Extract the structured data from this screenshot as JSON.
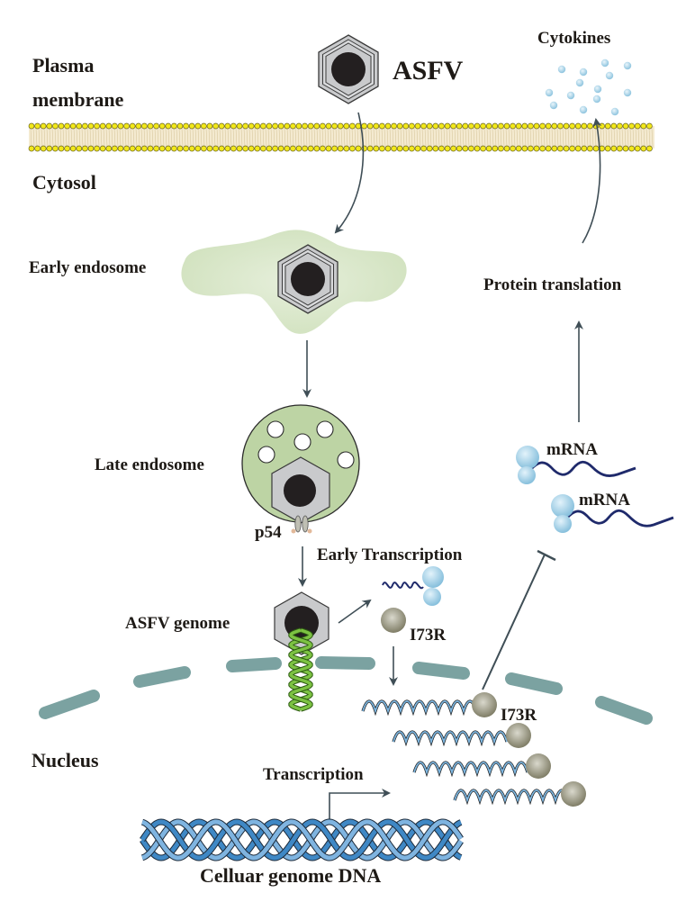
{
  "diagram": {
    "type": "biological-pathway",
    "labels": {
      "plasma_membrane": [
        "Plasma",
        "membrane"
      ],
      "cytosol": "Cytosol",
      "asfv": "ASFV",
      "cytokines": "Cytokines",
      "early_endosome": "Early endosome",
      "late_endosome": "Late endosome",
      "p54": "p54",
      "protein_translation": "Protein translation",
      "mrna_1": "mRNA",
      "mrna_2": "mRNA",
      "early_transcription": "Early Transcription",
      "asfv_genome": "ASFV genome",
      "i73r_free": "I73R",
      "i73r_bound": "I73R",
      "nucleus": "Nucleus",
      "transcription": "Transcription",
      "cellular_genome": "Celluar genome DNA"
    },
    "nodes": [
      {
        "id": "asfv",
        "label": "ASFV",
        "shape": "hexagon-virion"
      },
      {
        "id": "early_endosome",
        "label": "Early endosome"
      },
      {
        "id": "late_endosome",
        "label": "Late endosome"
      },
      {
        "id": "p54",
        "label": "p54"
      },
      {
        "id": "asfv_genome",
        "label": "ASFV genome"
      },
      {
        "id": "i73r",
        "label": "I73R"
      },
      {
        "id": "cellular_genome",
        "label": "Celluar genome DNA"
      },
      {
        "id": "mrna",
        "label": "mRNA"
      },
      {
        "id": "protein_translation",
        "label": "Protein translation"
      },
      {
        "id": "cytokines",
        "label": "Cytokines"
      }
    ],
    "edges": [
      {
        "from": "asfv",
        "to": "early_endosome",
        "type": "arrow"
      },
      {
        "from": "early_endosome",
        "to": "late_endosome",
        "type": "arrow"
      },
      {
        "from": "late_endosome",
        "to": "asfv_genome",
        "type": "arrow"
      },
      {
        "from": "asfv_genome",
        "to": "i73r",
        "type": "arrow",
        "label": "Early Transcription"
      },
      {
        "from": "i73r",
        "to": "cellular_genome_transcripts",
        "type": "arrow"
      },
      {
        "from": "cellular_genome",
        "to": "cellular_genome_transcripts",
        "type": "arrow",
        "label": "Transcription"
      },
      {
        "from": "i73r",
        "to": "mrna",
        "type": "inhibition"
      },
      {
        "from": "mrna",
        "to": "protein_translation",
        "type": "arrow"
      },
      {
        "from": "protein_translation",
        "to": "cytokines",
        "type": "arrow"
      }
    ],
    "colors": {
      "membrane_head": "#f2e81a",
      "membrane_tail": "#d8c9a0",
      "endosome_early": "#d7e5c6",
      "endosome_late": "#bdd4a4",
      "capsid": "#c9cacc",
      "core": "#231f20",
      "nuclear_envelope": "#7ba2a1",
      "viral_dna": "#7cc242",
      "cellular_dna": "#3f88c5",
      "ribosome": "#9fcde6",
      "i73r": "#8e8c74",
      "mrna_strand": "#1f2a6b",
      "arrow": "#3f4e56"
    }
  }
}
